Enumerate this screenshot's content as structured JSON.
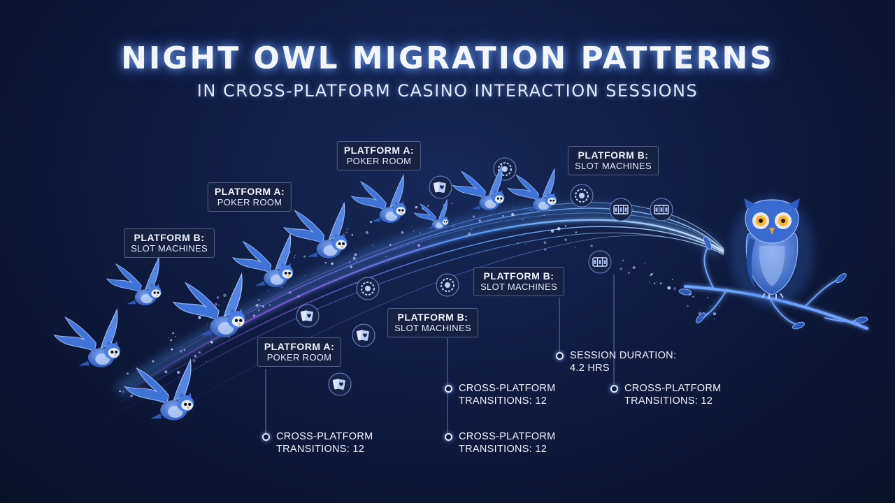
{
  "title": "NIGHT OWL MIGRATION PATTERNS",
  "subtitle": "IN CROSS-PLATFORM CASINO INTERACTION SESSIONS",
  "platform_labels": [
    {
      "line1": "PLATFORM B:",
      "line2": "SLOT MACHINES"
    },
    {
      "line1": "PLATFORM A:",
      "line2": "POKER ROOM"
    },
    {
      "line1": "PLATFORM A:",
      "line2": "POKER ROOM"
    },
    {
      "line1": "PLATFORM B:",
      "line2": "SLOT MACHINES"
    },
    {
      "line1": "PLATFORM A:",
      "line2": "POKER ROOM"
    },
    {
      "line1": "PLATFORM B:",
      "line2": "SLOT MACHINES"
    },
    {
      "line1": "PLATFORM B:",
      "line2": "SLOT MACHINES"
    }
  ],
  "stats": [
    {
      "line1": "CROSS-PLATFORM",
      "line2": "TRANSITIONS: 12"
    },
    {
      "line1": "CROSS-PLATFORM",
      "line2": "TRANSITIONS: 12"
    },
    {
      "line1": "CROSS-PLATFORM",
      "line2": "TRANSITIONS: 12"
    },
    {
      "line1": "SESSION DURATION:",
      "line2": "4.2 HRS"
    },
    {
      "line1": "CROSS-PLATFORM",
      "line2": "TRANSITIONS: 12"
    }
  ],
  "colors": {
    "background": "#0a1530",
    "owl": "#3f73d8",
    "owl_light": "#a9c3f5",
    "trail": "#5aa2ff",
    "trail_accent": "#9a6bff",
    "owl_eye": "#ffb020"
  },
  "icons": [
    "owl-icon",
    "playing-cards-icon",
    "poker-chip-icon",
    "slot-machine-icon",
    "tree-branch-icon"
  ]
}
